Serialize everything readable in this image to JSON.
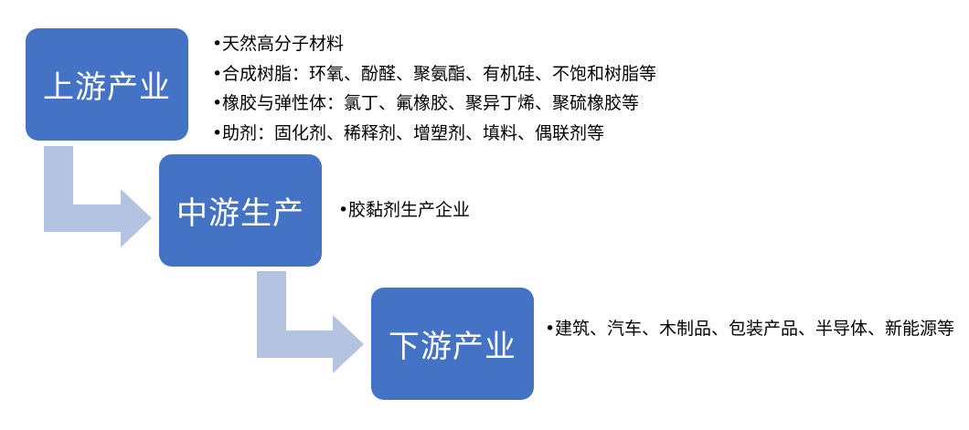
{
  "colors": {
    "box_fill": "#4472c4",
    "box_text": "#ffffff",
    "arrow_fill": "#b4c3e2"
  },
  "stages": {
    "upstream": {
      "title": "上游产业",
      "items": [
        "天然高分子材料",
        "合成树脂：环氧、酚醛、聚氨酯、有机硅、不饱和树脂等",
        "橡胶与弹性体：氯丁、氟橡胶、聚异丁烯、聚硫橡胶等",
        "助剂：固化剂、稀释剂、增塑剂、填料、偶联剂等"
      ]
    },
    "midstream": {
      "title": "中游生产",
      "items": [
        "胶黏剂生产企业"
      ]
    },
    "downstream": {
      "title": "下游产业",
      "items": [
        "建筑、汽车、木制品、包装产品、半导体、新能源等"
      ]
    }
  }
}
